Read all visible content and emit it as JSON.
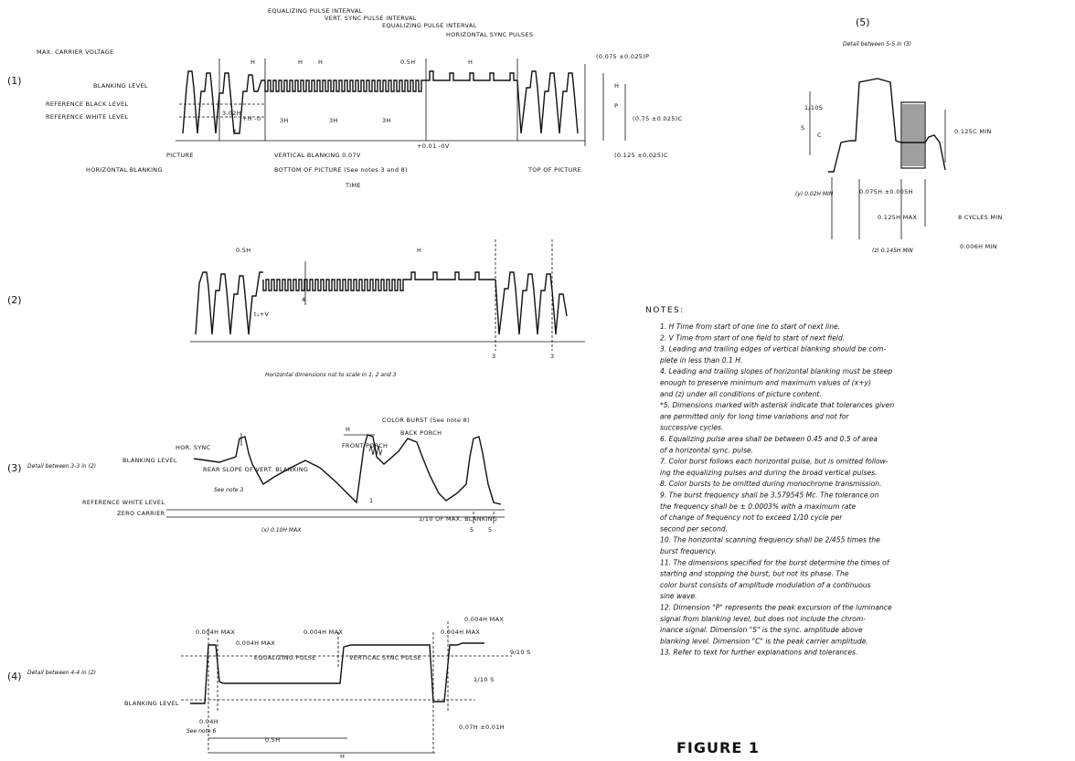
{
  "panel1": {
    "number": "(1)",
    "labels": {
      "equalizing_pulse_1": "EQUALIZING PULSE INTERVAL",
      "vert_sync_pulse": "VERT. SYNC PULSE INTERVAL",
      "equalizing_pulse_2": "EQUALIZING PULSE INTERVAL",
      "horizontal_sync_pulses": "HORIZONTAL SYNC PULSES",
      "max_carrier": "MAX. CARRIER VOLTAGE",
      "blanking_level": "BLANKING LEVEL",
      "reference_black": "REFERENCE BLACK LEVEL",
      "reference_white": "REFERENCE WHITE LEVEL",
      "picture": "PICTURE",
      "horizontal_blanking": "HORIZONTAL BLANKING",
      "vertical_blanking": "VERTICAL BLANKING 0.07V",
      "vb_tolerance": "+0.01 -0V",
      "bottom_of_picture": "BOTTOM OF PICTURE  (See notes 3 and 8)",
      "top_of_picture": "TOP OF PICTURE",
      "time": "TIME",
      "h1": "H",
      "h2": "H",
      "h3": "H",
      "h4": "H",
      "h0_5": "0.5H",
      "3h_a": "3H",
      "3h_b": "3H",
      "3h_c": "3H",
      "dim_1_02h": "3.02H",
      "dim_1_02h_tol": "+H -0",
      "dim_t": "t",
      "dim_075": "(0.075 ±0.025)P",
      "dim_075c": "(0.75 ±0.025)C",
      "dim_125": "(0.125 ±0.025)C",
      "dim_h": "H",
      "dim_p": "P"
    }
  },
  "panel2": {
    "number": "(2)",
    "labels": {
      "h0_5": "0.5H",
      "h": "H",
      "four": "4",
      "t1v": "t₁+V",
      "three_a": "3",
      "three_b": "3",
      "caption": "Horizontal dimensions not to scale in 1, 2 and 3"
    }
  },
  "panel3": {
    "number": "(3)",
    "detail": "Detail between 3-3 in (2)",
    "labels": {
      "hor_sync": "HOR. SYNC",
      "blanking_level": "BLANKING LEVEL",
      "rear_slope": "REAR SLOPE OF VERT. BLANKING",
      "see_note_3": "See note 3",
      "reference_white": "REFERENCE WHITE LEVEL",
      "zero_carrier": "ZERO CARRIER",
      "front_porch": "FRONT PORCH",
      "color_burst": "COLOR BURST (See note 8)",
      "back_porch": "BACK PORCH",
      "one_tenth": "1/10 OF MAX. BLANKING",
      "x_max": "(x) 0.10H MAX",
      "five_a": "5",
      "five_b": "5",
      "h_mark": "H",
      "one": "1"
    }
  },
  "panel4": {
    "number": "(4)",
    "detail": "Detail between 4-4 in (2)",
    "labels": {
      "d0004_a": "0.004H MAX",
      "d0004_b": "0.004H MAX",
      "d0004_c": "0.004H MAX",
      "d0004_d": "0.004H MAX",
      "d0004_e": "0.004H MAX",
      "equalizing_pulse": "EQUALIZING PULSE",
      "vertical_sync": "VERTICAL SYNC PULSE",
      "nine_tenth": "9/10 S",
      "one_tenth": "1/10 S",
      "blanking_level": "BLANKING LEVEL",
      "d004": "0.04H",
      "see_note_6": "See note 6",
      "d05h": "0.5H",
      "d_h": "H",
      "d07h": "0.07H ±0.01H"
    }
  },
  "panel5": {
    "number": "(5)",
    "detail": "Detail between 5-5 in (3)",
    "labels": {
      "one_tenth": "1/10S",
      "s_mark": "S",
      "c_mark": "C",
      "d0125c": "0.125C MIN",
      "y_min": "(y) 0.02H MIN",
      "d075": "0.075H ±0.005H",
      "d0125h": "0.125H MAX",
      "min8": "8 CYCLES MIN",
      "d014": "(z) 0.145H MIN",
      "d006": "0.006H MIN"
    }
  },
  "notes": {
    "title": "NOTES:",
    "items": [
      "1.  H    Time from start of one line to start of next line.",
      "2.  V    Time from start of one field to start of next field.",
      "3.  Leading and trailing edges of vertical blanking should be com-",
      "     plete in less than 0.1 H.",
      "4.  Leading and trailing slopes of horizontal blanking must be steep",
      "     enough to preserve minimum and maximum values of (x+y)",
      "     and (z) under all conditions of picture content.",
      "*5.  Dimensions marked with asterisk indicate that tolerances given",
      "     are permitted only for long time variations and not for",
      "     successive cycles.",
      "6.  Equalizing pulse area shall be between 0.45 and 0.5 of area",
      "     of a horizontal sync. pulse.",
      "7.  Color burst follows each horizontal pulse, but is omitted follow-",
      "     ing the equalizing pulses and during the broad vertical pulses.",
      "8.  Color bursts to be omitted during monochrome transmission.",
      "9.  The burst frequency shall be 3.579545 Mc.  The tolerance on",
      "     the frequency shall be ± 0.0003% with a maximum rate",
      "     of change of frequency not to exceed 1/10 cycle per",
      "     second per second.",
      "10.  The horizontal scanning frequency shall be 2/455 times the",
      "     burst frequency.",
      "11.  The dimensions specified for the burst determine the times of",
      "     starting and stopping the burst, but not its phase.   The",
      "     color burst consists of amplitude modulation of a continuous",
      "     sine wave.",
      "12.  Dimension \"P\" represents the peak excursion of the luminance",
      "     signal from blanking level, but does not include the chrom-",
      "     inance signal.  Dimension \"S\" is the sync. amplitude above",
      "     blanking level.  Dimension \"C\" is the peak carrier amplitude.",
      "13.  Refer to text for further explanations and tolerances."
    ]
  },
  "figure_label": "FIGURE 1"
}
